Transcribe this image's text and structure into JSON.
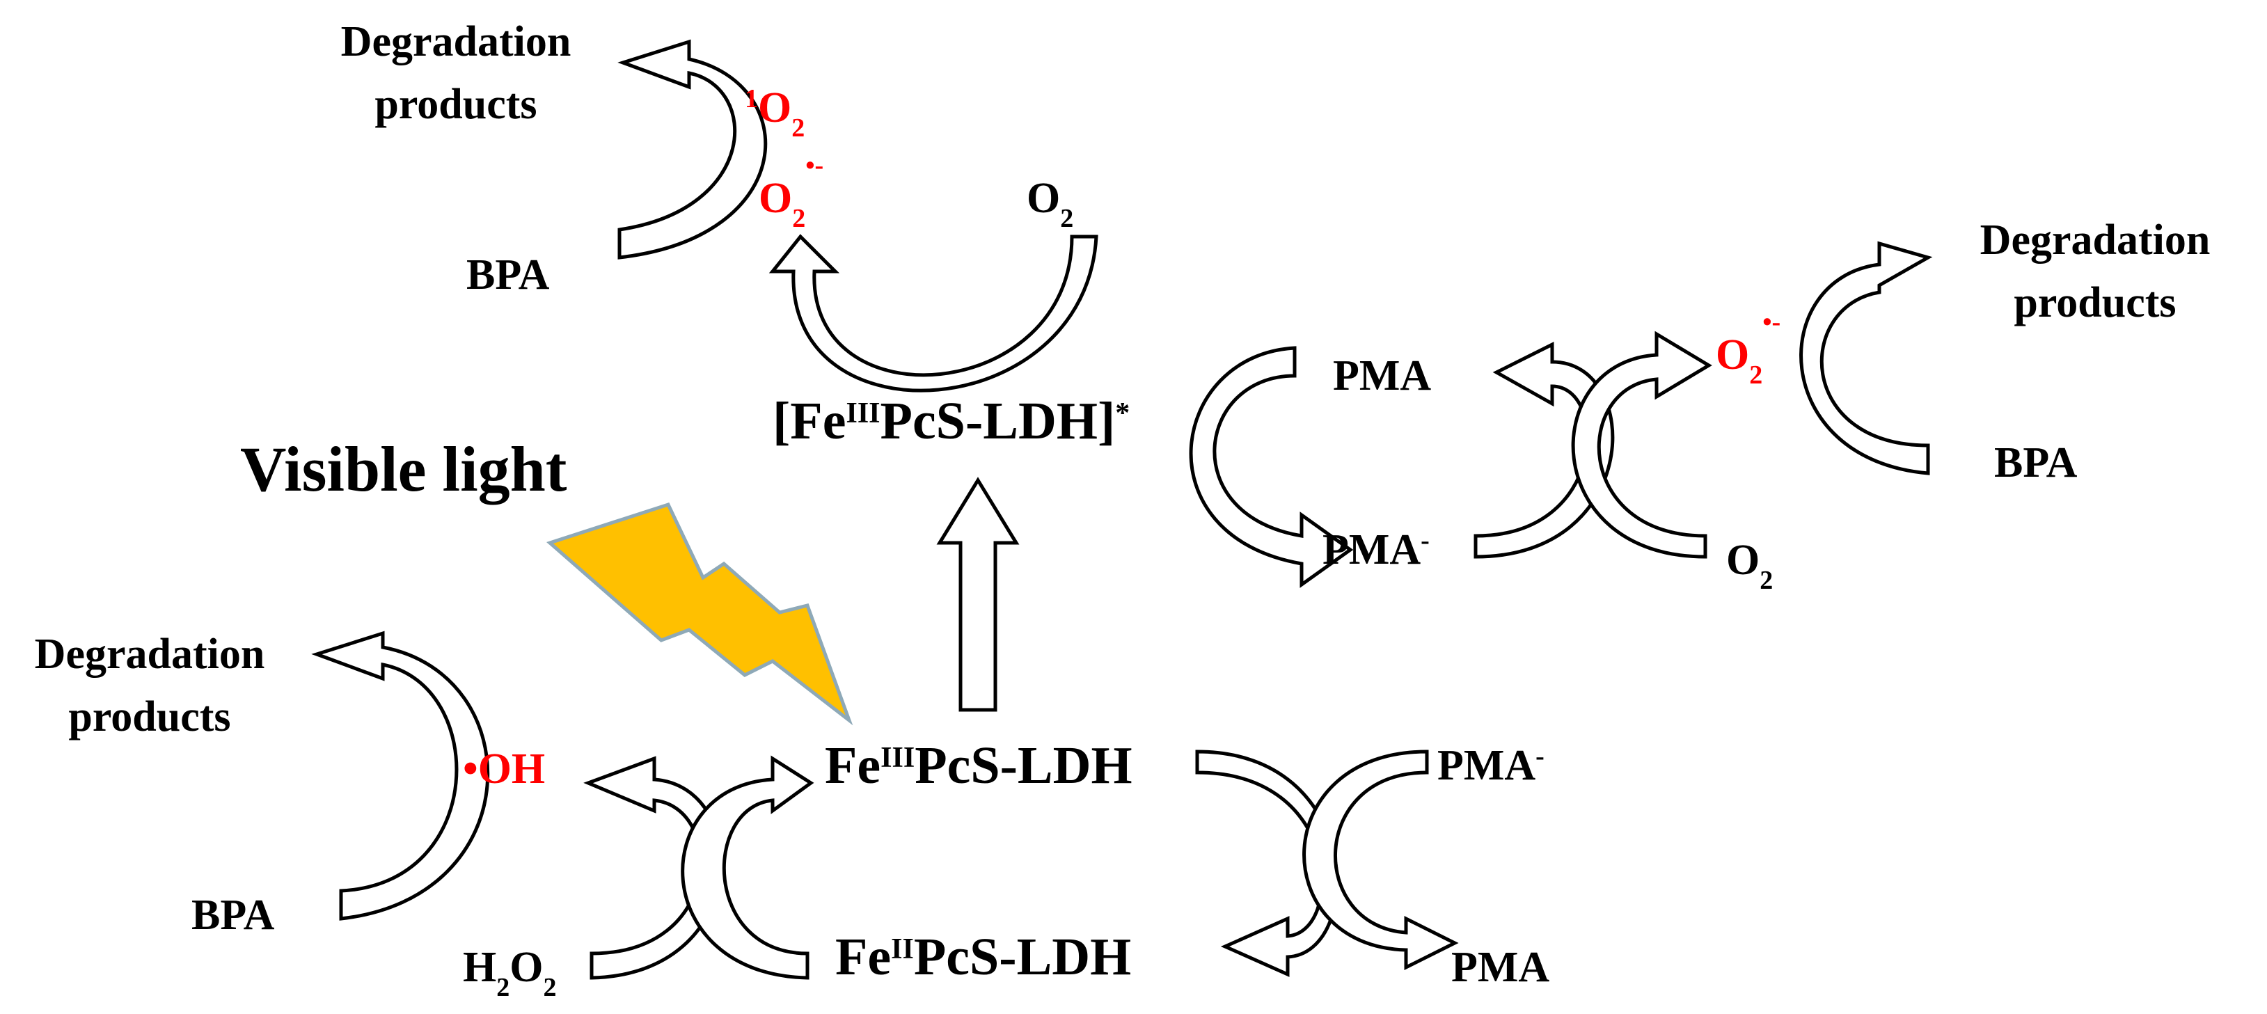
{
  "labels": {
    "degradation_top_left_line1": "Degradation",
    "degradation_top_left_line2": "products",
    "singlet_o2_sup": "1",
    "singlet_o2_base": "O",
    "singlet_o2_sub": "2",
    "superoxide_top_base": "O",
    "superoxide_top_sub": "2",
    "superoxide_top_sup": "•-",
    "o2_top": "O",
    "o2_top_sub": "2",
    "bpa_top": "BPA",
    "excited_complex_open": "[Fe",
    "excited_complex_sup": "III",
    "excited_complex_body": "PcS-LDH]",
    "excited_complex_star": "*",
    "visible_light": "Visible light",
    "pma_right_top": "PMA",
    "pma_minus_right_base": "PMA",
    "pma_minus_right_sup": "-",
    "superoxide_right_base": "O",
    "superoxide_right_sub": "2",
    "superoxide_right_sup": "•-",
    "o2_right_base": "O",
    "o2_right_sub": "2",
    "degradation_right_line1": "Degradation",
    "degradation_right_line2": "products",
    "bpa_right": "BPA",
    "degradation_bottom_left_line1": "Degradation",
    "degradation_bottom_left_line2": "products",
    "hydroxyl_radical": "•OH",
    "bpa_bottom": "BPA",
    "h2o2_h1": "H",
    "h2o2_sub1": "2",
    "h2o2_o": "O",
    "h2o2_sub2": "2",
    "fe3_complex_base": "Fe",
    "fe3_complex_sup": "III",
    "fe3_complex_body": "PcS-LDH",
    "fe2_complex_base": "Fe",
    "fe2_complex_sup": "II",
    "fe2_complex_body": "PcS-LDH",
    "pma_minus_bottom_base": "PMA",
    "pma_minus_bottom_sup": "-",
    "pma_bottom": "PMA"
  },
  "colors": {
    "text": "#000000",
    "reactive_species": "#ff0000",
    "arrow_fill": "#ffffff",
    "arrow_stroke": "#000000",
    "bolt_fill": "#ffc000",
    "bolt_stroke": "#8ea9b8",
    "background": "#ffffff"
  }
}
